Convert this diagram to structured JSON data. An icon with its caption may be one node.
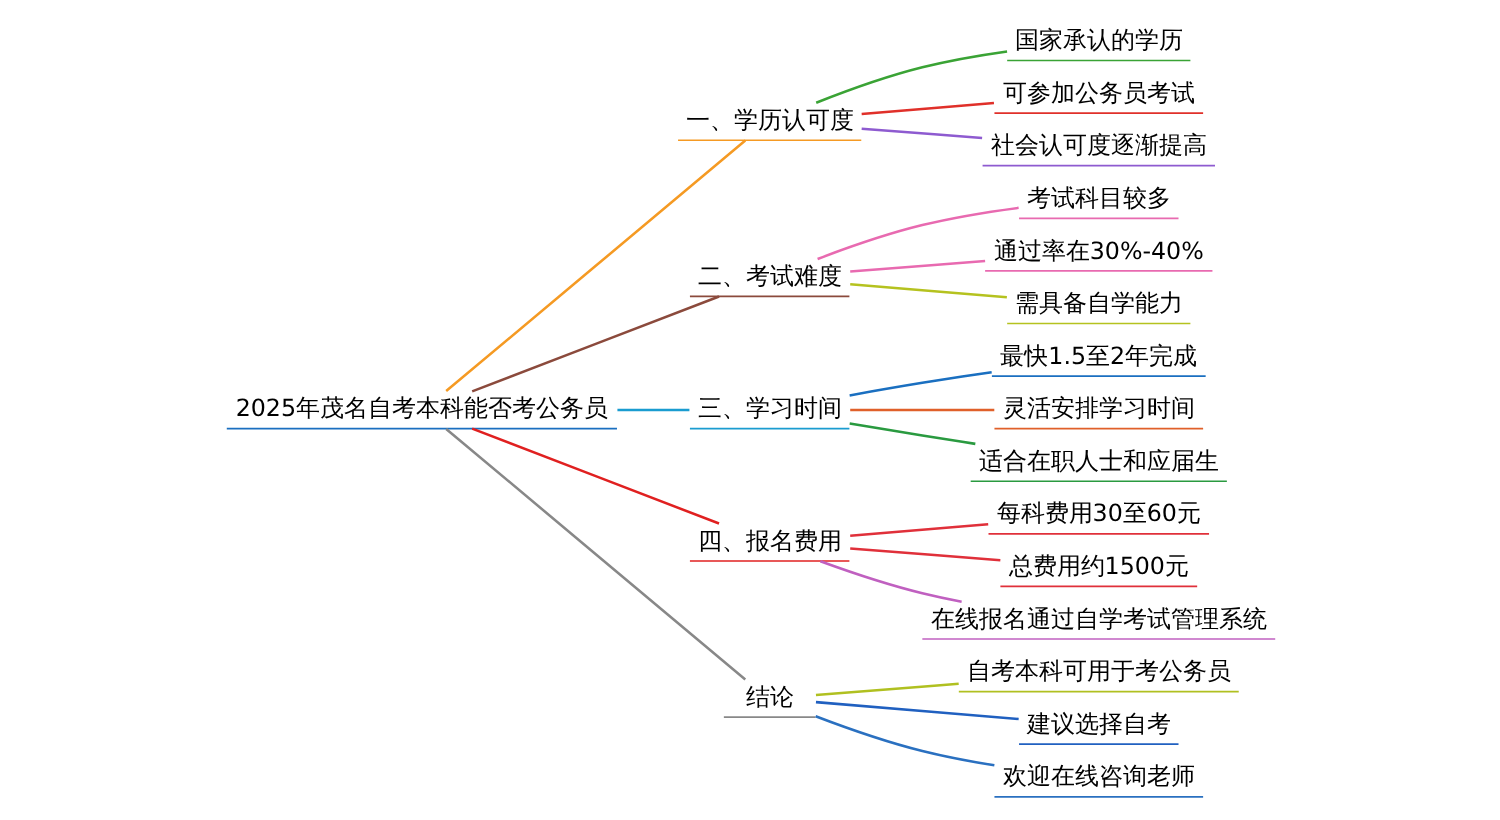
{
  "diagram": {
    "nodes": [
      {
        "text": [
          "2025年茂名自考本科能否考公务员"
        ]
      },
      {
        "text": [
          "一、学历认可度"
        ]
      },
      {
        "text": [
          "国家承认的学历"
        ]
      },
      {
        "text": [
          "可参加公务员考试"
        ]
      },
      {
        "text": [
          "社会认可度逐渐提高"
        ]
      },
      {
        "text": [
          "二、考试难度"
        ]
      },
      {
        "text": [
          "考试科目较多"
        ]
      },
      {
        "text": [
          "通过率在30%-40%"
        ]
      },
      {
        "text": [
          "需具备自学能力"
        ]
      },
      {
        "text": [
          "三、学习时间"
        ]
      },
      {
        "text": [
          "最快1.5至2年完成"
        ]
      },
      {
        "text": [
          "灵活安排学习时间"
        ]
      },
      {
        "text": [
          "适合在职人士和应届生"
        ]
      },
      {
        "text": [
          "四、报名费用"
        ]
      },
      {
        "text": [
          "每科费用30至60元"
        ]
      },
      {
        "text": [
          "总费用约1500元"
        ]
      },
      {
        "text": [
          "在线报名通过自学考试管理系统"
        ]
      },
      {
        "text": [
          "结论"
        ]
      },
      {
        "text": [
          "自考本科可用于考公务员"
        ]
      },
      {
        "text": [
          "建议选择自考"
        ]
      },
      {
        "text": [
          "欢迎在线咨询老师"
        ]
      }
    ],
    "edges": [
      {
        "from": 0,
        "to": 1,
        "arrow": "none",
        "color": "#f59a23"
      },
      {
        "from": 1,
        "to": 2,
        "arrow": "none",
        "color": "#3aa335"
      },
      {
        "from": 1,
        "to": 3,
        "arrow": "none",
        "color": "#e0302a"
      },
      {
        "from": 1,
        "to": 4,
        "arrow": "none",
        "color": "#8e5bd0"
      },
      {
        "from": 0,
        "to": 5,
        "arrow": "none",
        "color": "#8b4a3c"
      },
      {
        "from": 5,
        "to": 6,
        "arrow": "none",
        "color": "#e86ab0"
      },
      {
        "from": 5,
        "to": 7,
        "arrow": "none",
        "color": "#e86ab0"
      },
      {
        "from": 5,
        "to": 8,
        "arrow": "none",
        "color": "#b5c21f"
      },
      {
        "from": 0,
        "to": 9,
        "arrow": "none",
        "color": "#1a9cd0"
      },
      {
        "from": 9,
        "to": 10,
        "arrow": "none",
        "color": "#1a6fc0"
      },
      {
        "from": 9,
        "to": 11,
        "arrow": "none",
        "color": "#e0602a"
      },
      {
        "from": 9,
        "to": 12,
        "arrow": "none",
        "color": "#2a9a40"
      },
      {
        "from": 0,
        "to": 13,
        "arrow": "none",
        "color": "#e02020"
      },
      {
        "from": 13,
        "to": 14,
        "arrow": "none",
        "color": "#e0303a"
      },
      {
        "from": 13,
        "to": 15,
        "arrow": "none",
        "color": "#e0303a"
      },
      {
        "from": 13,
        "to": 16,
        "arrow": "none",
        "color": "#c060c0"
      },
      {
        "from": 0,
        "to": 17,
        "arrow": "none",
        "color": "#888888"
      },
      {
        "from": 17,
        "to": 18,
        "arrow": "none",
        "color": "#b0c020"
      },
      {
        "from": 17,
        "to": 19,
        "arrow": "none",
        "color": "#2060c0"
      },
      {
        "from": 17,
        "to": 20,
        "arrow": "none",
        "color": "#2a70c0"
      }
    ]
  }
}
